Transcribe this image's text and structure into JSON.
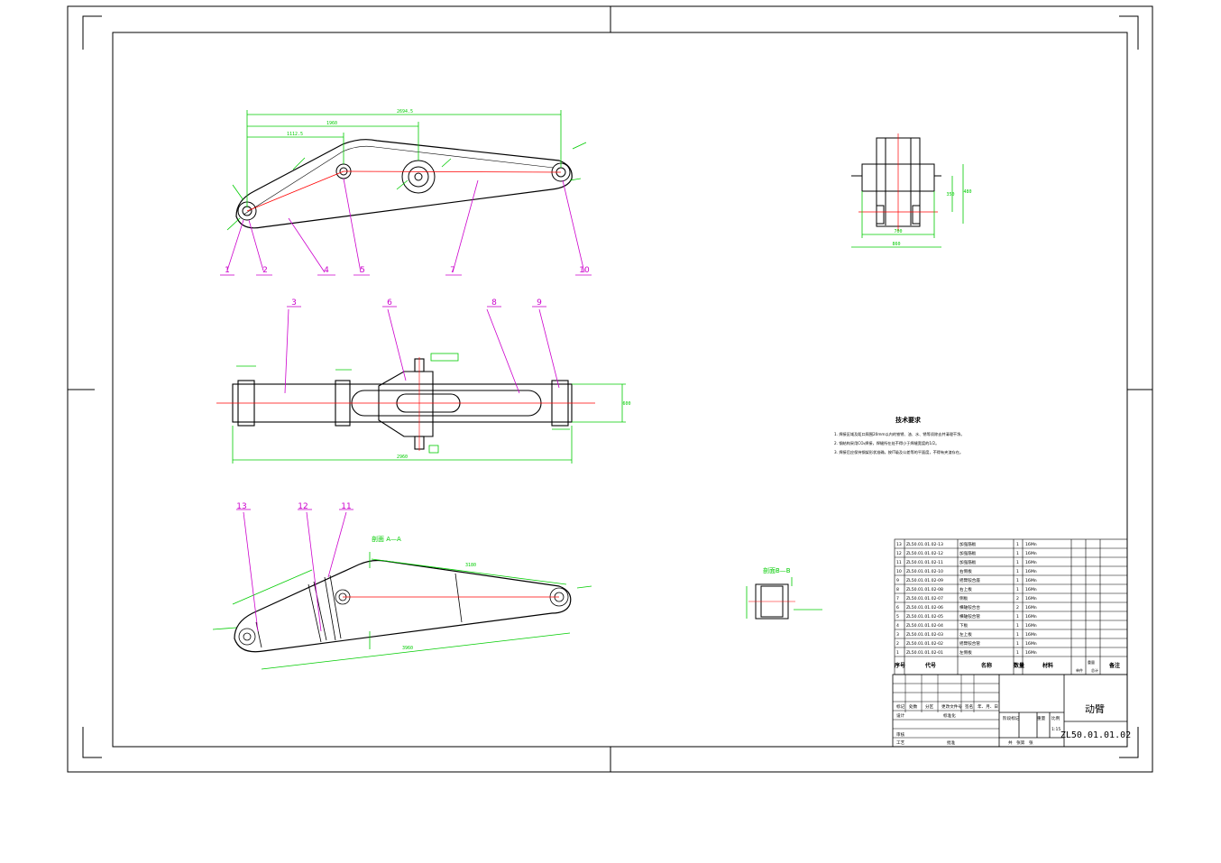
{
  "drawing": {
    "part_name": "动臂",
    "drawing_number": "ZL50.01.01.02",
    "scale": "1:15"
  },
  "colors": {
    "outline": "#000000",
    "centerline": "#ff0000",
    "dimension": "#00cc00",
    "leader": "#cc00cc",
    "frame": "#000000"
  },
  "balloons": {
    "top": [
      "1",
      "2",
      "4",
      "5",
      "7",
      "10"
    ],
    "middle": [
      "3",
      "6",
      "8",
      "9"
    ],
    "bottom": [
      "13",
      "12",
      "11"
    ]
  },
  "dimensions": {
    "top_overall": "2694.5",
    "top_mid": "1960",
    "top_small": "1112.5",
    "mid_overall": "2960",
    "mid_height": "600",
    "bot_len1": "3180",
    "bot_len2": "3960",
    "side_width_inner": "700",
    "side_width_outer": "860",
    "side_height1": "350",
    "side_height2": "480"
  },
  "section_labels": {
    "a_a": "剖面 A—A",
    "b_b": "剖面B—B"
  },
  "tech_requirements": {
    "title": "技术要求",
    "items": [
      "1. 焊接区域及距口周围20mm以内的铁锈、油、水、锈等须除去并清理干净。",
      "2. 钢结构采用CO₂焊接，焊缝所在处不得小于焊缝宽度的1/2。",
      "3. 焊接后应保持钢架形状准确，按IT级及公差等的平面度，不得有夹渣存在。"
    ]
  },
  "bom": {
    "header": {
      "seq": "序号",
      "code": "代号",
      "name": "名称",
      "qty": "数量",
      "material": "材料",
      "single": "单件",
      "total": "总计",
      "weight": "重量",
      "remark": "备注"
    },
    "rows": [
      {
        "seq": "13",
        "code": "ZL50.01.01.02-13",
        "name": "加强筋板",
        "qty": "1",
        "mat": "16Mn"
      },
      {
        "seq": "12",
        "code": "ZL50.01.01.02-12",
        "name": "加强筋板",
        "qty": "1",
        "mat": "16Mn"
      },
      {
        "seq": "11",
        "code": "ZL50.01.01.02-11",
        "name": "加强筋板",
        "qty": "1",
        "mat": "16Mn"
      },
      {
        "seq": "10",
        "code": "ZL50.01.01.02-10",
        "name": "右侧板",
        "qty": "1",
        "mat": "16Mn"
      },
      {
        "seq": "9",
        "code": "ZL50.01.01.02-09",
        "name": "摇臂铰合座",
        "qty": "1",
        "mat": "16Mn"
      },
      {
        "seq": "8",
        "code": "ZL50.01.01.02-08",
        "name": "右上板",
        "qty": "1",
        "mat": "16Mn"
      },
      {
        "seq": "7",
        "code": "ZL50.01.01.02-07",
        "name": "侧板",
        "qty": "2",
        "mat": "16Mn"
      },
      {
        "seq": "6",
        "code": "ZL50.01.01.02-06",
        "name": "横轴铰合台",
        "qty": "2",
        "mat": "16Mn"
      },
      {
        "seq": "5",
        "code": "ZL50.01.01.02-05",
        "name": "横轴铰合管",
        "qty": "1",
        "mat": "16Mn"
      },
      {
        "seq": "4",
        "code": "ZL50.01.01.02-04",
        "name": "下板",
        "qty": "1",
        "mat": "16Mn"
      },
      {
        "seq": "3",
        "code": "ZL50.01.01.02-03",
        "name": "左上板",
        "qty": "1",
        "mat": "16Mn"
      },
      {
        "seq": "2",
        "code": "ZL50.01.01.02-02",
        "name": "摇臂铰合管",
        "qty": "1",
        "mat": "16Mn"
      },
      {
        "seq": "1",
        "code": "ZL50.01.01.02-01",
        "name": "左侧板",
        "qty": "1",
        "mat": "16Mn"
      }
    ]
  },
  "title_block": {
    "sign_row": [
      "标记",
      "处数",
      "分区",
      "更改文件号",
      "签名",
      "年、月、日"
    ],
    "design": "设计",
    "standardize": "标准化",
    "review": "审核",
    "process": "工艺",
    "approve": "批准",
    "stage_mark": "阶段标记",
    "weight": "重量",
    "ratio": "比例",
    "sheets": "共　张第　张"
  }
}
